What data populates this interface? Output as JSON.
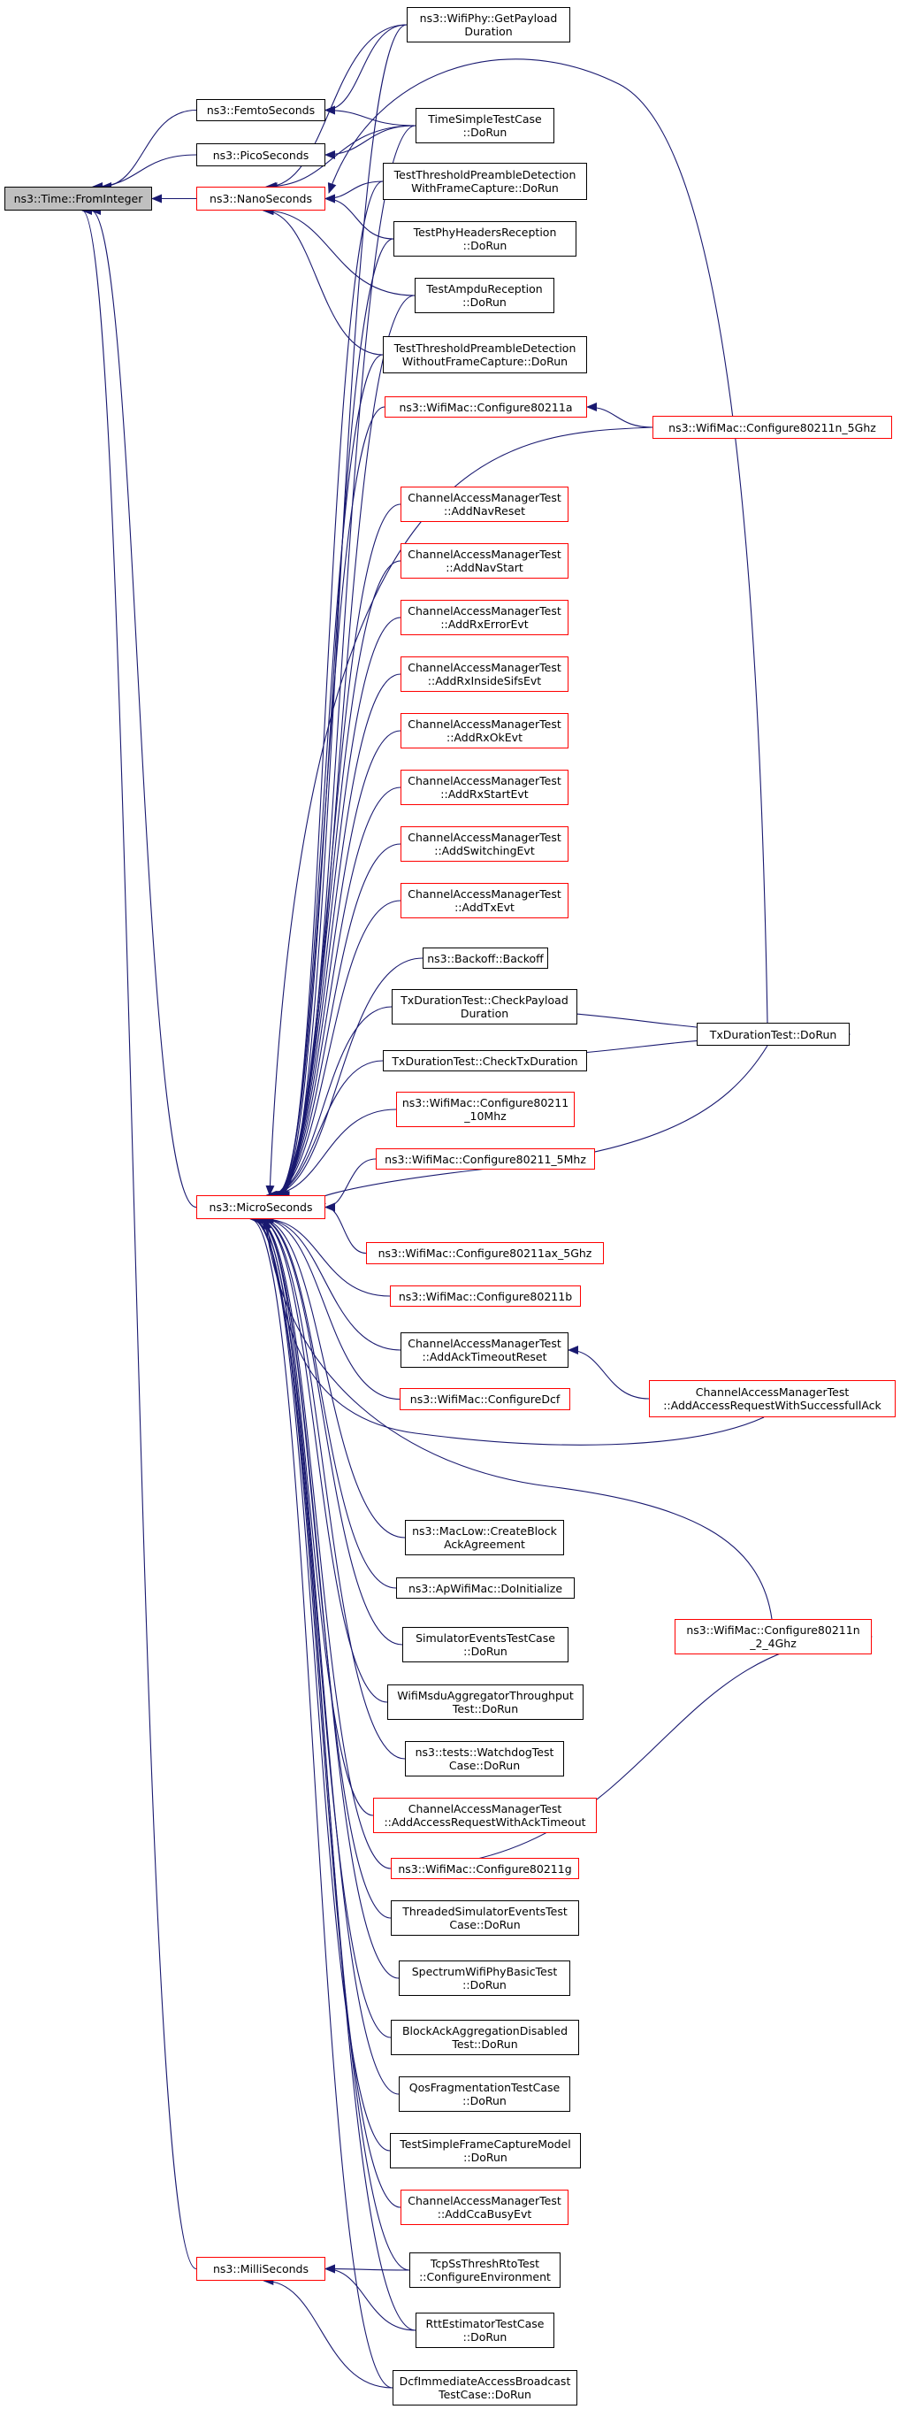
{
  "graph": {
    "colors": {
      "edge": "#191970",
      "root_fill": "#bfbfbf",
      "border_normal": "#000000",
      "border_truncated": "#ff0000"
    },
    "nodes": [
      {
        "id": "FromInteger",
        "lines": [
          "ns3::Time::FromInteger"
        ],
        "style": "root"
      },
      {
        "id": "FemtoSeconds",
        "lines": [
          "ns3::FemtoSeconds"
        ],
        "style": "normal"
      },
      {
        "id": "PicoSeconds",
        "lines": [
          "ns3::PicoSeconds"
        ],
        "style": "normal"
      },
      {
        "id": "NanoSeconds",
        "lines": [
          "ns3::NanoSeconds"
        ],
        "style": "red"
      },
      {
        "id": "MicroSeconds",
        "lines": [
          "ns3::MicroSeconds"
        ],
        "style": "red"
      },
      {
        "id": "MilliSeconds",
        "lines": [
          "ns3::MilliSeconds"
        ],
        "style": "red"
      },
      {
        "id": "GetPayloadDuration",
        "lines": [
          "ns3::WifiPhy::GetPayload",
          "Duration"
        ],
        "style": "normal"
      },
      {
        "id": "TimeSimpleTestCase",
        "lines": [
          "TimeSimpleTestCase",
          "::DoRun"
        ],
        "style": "normal"
      },
      {
        "id": "TTPDWith",
        "lines": [
          "TestThresholdPreambleDetection",
          "WithFrameCapture::DoRun"
        ],
        "style": "normal"
      },
      {
        "id": "TestPhyHeaders",
        "lines": [
          "TestPhyHeadersReception",
          "::DoRun"
        ],
        "style": "normal"
      },
      {
        "id": "TestAmpdu",
        "lines": [
          "TestAmpduReception",
          "::DoRun"
        ],
        "style": "normal"
      },
      {
        "id": "TTPDWithout",
        "lines": [
          "TestThresholdPreambleDetection",
          "WithoutFrameCapture::DoRun"
        ],
        "style": "normal"
      },
      {
        "id": "Cfg11a",
        "lines": [
          "ns3::WifiMac::Configure80211a"
        ],
        "style": "red"
      },
      {
        "id": "Cfg11n5",
        "lines": [
          "ns3::WifiMac::Configure80211n_5Ghz"
        ],
        "style": "red"
      },
      {
        "id": "AddNavReset",
        "lines": [
          "ChannelAccessManagerTest",
          "::AddNavReset"
        ],
        "style": "red"
      },
      {
        "id": "AddNavStart",
        "lines": [
          "ChannelAccessManagerTest",
          "::AddNavStart"
        ],
        "style": "red"
      },
      {
        "id": "AddRxErrorEvt",
        "lines": [
          "ChannelAccessManagerTest",
          "::AddRxErrorEvt"
        ],
        "style": "red"
      },
      {
        "id": "AddRxInsideSifsEvt",
        "lines": [
          "ChannelAccessManagerTest",
          "::AddRxInsideSifsEvt"
        ],
        "style": "red"
      },
      {
        "id": "AddRxOkEvt",
        "lines": [
          "ChannelAccessManagerTest",
          "::AddRxOkEvt"
        ],
        "style": "red"
      },
      {
        "id": "AddRxStartEvt",
        "lines": [
          "ChannelAccessManagerTest",
          "::AddRxStartEvt"
        ],
        "style": "red"
      },
      {
        "id": "AddSwitchingEvt",
        "lines": [
          "ChannelAccessManagerTest",
          "::AddSwitchingEvt"
        ],
        "style": "red"
      },
      {
        "id": "AddTxEvt",
        "lines": [
          "ChannelAccessManagerTest",
          "::AddTxEvt"
        ],
        "style": "red"
      },
      {
        "id": "Backoff",
        "lines": [
          "ns3::Backoff::Backoff"
        ],
        "style": "normal"
      },
      {
        "id": "CheckPayload",
        "lines": [
          "TxDurationTest::CheckPayload",
          "Duration"
        ],
        "style": "normal"
      },
      {
        "id": "CheckTx",
        "lines": [
          "TxDurationTest::CheckTxDuration"
        ],
        "style": "normal"
      },
      {
        "id": "TxDoRun",
        "lines": [
          "TxDurationTest::DoRun"
        ],
        "style": "normal"
      },
      {
        "id": "Cfg10",
        "lines": [
          "ns3::WifiMac::Configure80211",
          "_10Mhz"
        ],
        "style": "red"
      },
      {
        "id": "Cfg5",
        "lines": [
          "ns3::WifiMac::Configure80211_5Mhz"
        ],
        "style": "red"
      },
      {
        "id": "CfgAx",
        "lines": [
          "ns3::WifiMac::Configure80211ax_5Ghz"
        ],
        "style": "red"
      },
      {
        "id": "Cfg11b",
        "lines": [
          "ns3::WifiMac::Configure80211b"
        ],
        "style": "red"
      },
      {
        "id": "AddAckTimeoutReset",
        "lines": [
          "ChannelAccessManagerTest",
          "::AddAckTimeoutReset"
        ],
        "style": "normal"
      },
      {
        "id": "CfgDcf",
        "lines": [
          "ns3::WifiMac::ConfigureDcf"
        ],
        "style": "red"
      },
      {
        "id": "AddAccessSuccess",
        "lines": [
          "ChannelAccessManagerTest",
          "::AddAccessRequestWithSuccessfullAck"
        ],
        "style": "red"
      },
      {
        "id": "CreateBlock",
        "lines": [
          "ns3::MacLow::CreateBlock",
          "AckAgreement"
        ],
        "style": "normal"
      },
      {
        "id": "ApWifiMac",
        "lines": [
          "ns3::ApWifiMac::DoInitialize"
        ],
        "style": "normal"
      },
      {
        "id": "SimEvents",
        "lines": [
          "SimulatorEventsTestCase",
          "::DoRun"
        ],
        "style": "normal"
      },
      {
        "id": "Msdu",
        "lines": [
          "WifiMsduAggregatorThroughput",
          "Test::DoRun"
        ],
        "style": "normal"
      },
      {
        "id": "Watchdog",
        "lines": [
          "ns3::tests::WatchdogTest",
          "Case::DoRun"
        ],
        "style": "normal"
      },
      {
        "id": "Cfg11n24",
        "lines": [
          "ns3::WifiMac::Configure80211n",
          "_2_4Ghz"
        ],
        "style": "red"
      },
      {
        "id": "AddAccessTimeout",
        "lines": [
          "ChannelAccessManagerTest",
          "::AddAccessRequestWithAckTimeout"
        ],
        "style": "red"
      },
      {
        "id": "Cfg11g",
        "lines": [
          "ns3::WifiMac::Configure80211g"
        ],
        "style": "red"
      },
      {
        "id": "Threaded",
        "lines": [
          "ThreadedSimulatorEventsTest",
          "Case::DoRun"
        ],
        "style": "normal"
      },
      {
        "id": "Spectrum",
        "lines": [
          "SpectrumWifiPhyBasicTest",
          "::DoRun"
        ],
        "style": "normal"
      },
      {
        "id": "BlockAck",
        "lines": [
          "BlockAckAggregationDisabled",
          "Test::DoRun"
        ],
        "style": "normal"
      },
      {
        "id": "QosFrag",
        "lines": [
          "QosFragmentationTestCase",
          "::DoRun"
        ],
        "style": "normal"
      },
      {
        "id": "TestSimpleFrame",
        "lines": [
          "TestSimpleFrameCaptureModel",
          "::DoRun"
        ],
        "style": "normal"
      },
      {
        "id": "AddCcaBusy",
        "lines": [
          "ChannelAccessManagerTest",
          "::AddCcaBusyEvt"
        ],
        "style": "red"
      },
      {
        "id": "TcpSs",
        "lines": [
          "TcpSsThreshRtoTest",
          "::ConfigureEnvironment"
        ],
        "style": "normal"
      },
      {
        "id": "RttEst",
        "lines": [
          "RttEstimatorTestCase",
          "::DoRun"
        ],
        "style": "normal"
      },
      {
        "id": "DcfImm",
        "lines": [
          "DcfImmediateAccessBroadcast",
          "TestCase::DoRun"
        ],
        "style": "normal"
      }
    ],
    "edges": [
      [
        "FemtoSeconds",
        "FromInteger"
      ],
      [
        "PicoSeconds",
        "FromInteger"
      ],
      [
        "NanoSeconds",
        "FromInteger"
      ],
      [
        "MicroSeconds",
        "FromInteger"
      ],
      [
        "MilliSeconds",
        "FromInteger"
      ],
      [
        "GetPayloadDuration",
        "FemtoSeconds"
      ],
      [
        "TimeSimpleTestCase",
        "FemtoSeconds"
      ],
      [
        "TimeSimpleTestCase",
        "PicoSeconds"
      ],
      [
        "GetPayloadDuration",
        "NanoSeconds"
      ],
      [
        "TimeSimpleTestCase",
        "NanoSeconds"
      ],
      [
        "TTPDWith",
        "NanoSeconds"
      ],
      [
        "TestPhyHeaders",
        "NanoSeconds"
      ],
      [
        "TestAmpdu",
        "NanoSeconds"
      ],
      [
        "TTPDWithout",
        "NanoSeconds"
      ],
      [
        "TxDoRun",
        "NanoSeconds"
      ],
      [
        "Cfg11n5",
        "Cfg11a"
      ],
      [
        "CheckPayload",
        "TxDoRun"
      ],
      [
        "CheckTx",
        "TxDoRun"
      ],
      [
        "AddAccessSuccess",
        "AddAckTimeoutReset"
      ],
      [
        "Cfg11g",
        "Cfg11n24"
      ],
      [
        "TcpSs",
        "MilliSeconds"
      ],
      [
        "RttEst",
        "MilliSeconds"
      ],
      [
        "DcfImm",
        "MilliSeconds"
      ],
      [
        "GetPayloadDuration",
        "MicroSeconds"
      ],
      [
        "TimeSimpleTestCase",
        "MicroSeconds"
      ],
      [
        "TTPDWith",
        "MicroSeconds"
      ],
      [
        "TestPhyHeaders",
        "MicroSeconds"
      ],
      [
        "TestAmpdu",
        "MicroSeconds"
      ],
      [
        "TTPDWithout",
        "MicroSeconds"
      ],
      [
        "Cfg11a",
        "MicroSeconds"
      ],
      [
        "Cfg11n5",
        "MicroSeconds"
      ],
      [
        "AddNavReset",
        "MicroSeconds"
      ],
      [
        "AddNavStart",
        "MicroSeconds"
      ],
      [
        "AddRxErrorEvt",
        "MicroSeconds"
      ],
      [
        "AddRxInsideSifsEvt",
        "MicroSeconds"
      ],
      [
        "AddRxOkEvt",
        "MicroSeconds"
      ],
      [
        "AddRxStartEvt",
        "MicroSeconds"
      ],
      [
        "AddSwitchingEvt",
        "MicroSeconds"
      ],
      [
        "AddTxEvt",
        "MicroSeconds"
      ],
      [
        "Backoff",
        "MicroSeconds"
      ],
      [
        "CheckPayload",
        "MicroSeconds"
      ],
      [
        "CheckTx",
        "MicroSeconds"
      ],
      [
        "TxDoRun",
        "MicroSeconds"
      ],
      [
        "Cfg10",
        "MicroSeconds"
      ],
      [
        "Cfg5",
        "MicroSeconds"
      ],
      [
        "CfgAx",
        "MicroSeconds"
      ],
      [
        "Cfg11b",
        "MicroSeconds"
      ],
      [
        "AddAckTimeoutReset",
        "MicroSeconds"
      ],
      [
        "CfgDcf",
        "MicroSeconds"
      ],
      [
        "AddAccessSuccess",
        "MicroSeconds"
      ],
      [
        "CreateBlock",
        "MicroSeconds"
      ],
      [
        "ApWifiMac",
        "MicroSeconds"
      ],
      [
        "SimEvents",
        "MicroSeconds"
      ],
      [
        "Msdu",
        "MicroSeconds"
      ],
      [
        "Watchdog",
        "MicroSeconds"
      ],
      [
        "Cfg11n24",
        "MicroSeconds"
      ],
      [
        "AddAccessTimeout",
        "MicroSeconds"
      ],
      [
        "Cfg11g",
        "MicroSeconds"
      ],
      [
        "Threaded",
        "MicroSeconds"
      ],
      [
        "Spectrum",
        "MicroSeconds"
      ],
      [
        "BlockAck",
        "MicroSeconds"
      ],
      [
        "QosFrag",
        "MicroSeconds"
      ],
      [
        "TestSimpleFrame",
        "MicroSeconds"
      ],
      [
        "AddCcaBusy",
        "MicroSeconds"
      ],
      [
        "TcpSs",
        "MicroSeconds"
      ],
      [
        "RttEst",
        "MicroSeconds"
      ],
      [
        "DcfImm",
        "MicroSeconds"
      ]
    ]
  }
}
